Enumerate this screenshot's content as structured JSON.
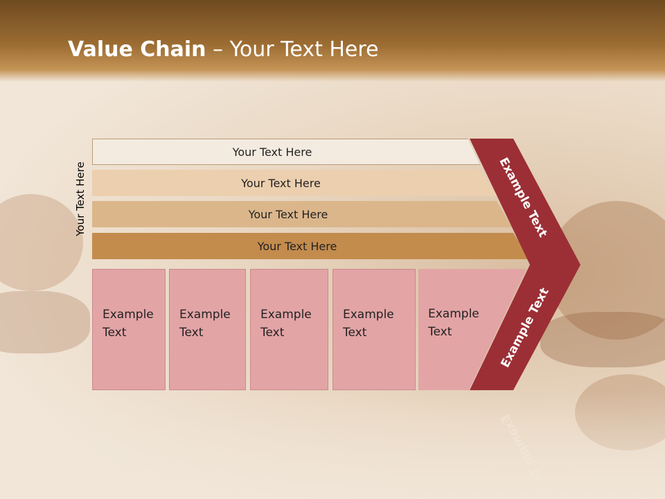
{
  "slide": {
    "title_bold": "Value Chain",
    "title_rest": " – Your Text Here"
  },
  "side_label": "Your Text Here",
  "bars": [
    {
      "label": "Your Text Here",
      "color": "#f4ebe0"
    },
    {
      "label": "Your Text Here",
      "color": "#eccfae"
    },
    {
      "label": "Your Text Here",
      "color": "#dbb68b"
    },
    {
      "label": "Your Text Here",
      "color": "#c38c4d"
    }
  ],
  "boxes": [
    {
      "line1": "Example",
      "line2": "Text"
    },
    {
      "line1": "Example",
      "line2": "Text"
    },
    {
      "line1": "Example",
      "line2": "Text"
    },
    {
      "line1": "Example",
      "line2": "Text"
    },
    {
      "line1": "Example",
      "line2": "Text"
    }
  ],
  "chevron": {
    "upper_label": "Example Text",
    "lower_label": "Example Text",
    "color": "#9b2f35"
  }
}
